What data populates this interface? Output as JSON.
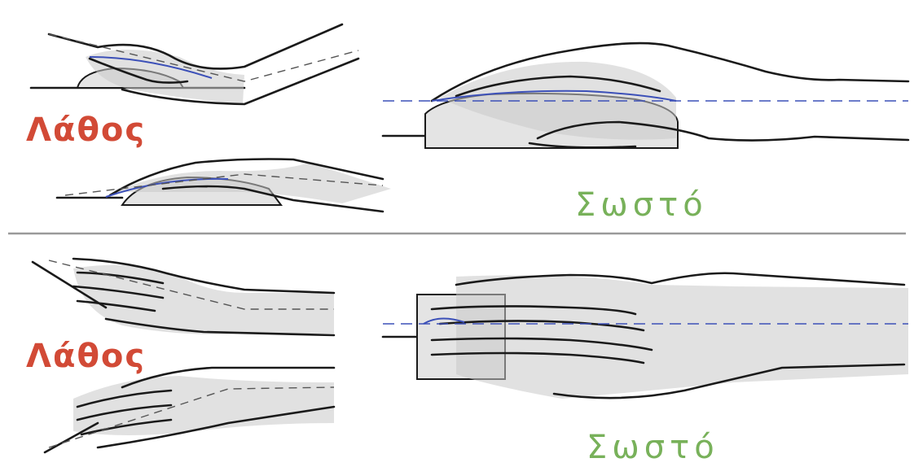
{
  "labels": {
    "wrong_top": "Λάθος",
    "wrong_bottom": "Λάθος",
    "right_top": "Σωστό",
    "right_bottom": "Σωστό"
  },
  "colors": {
    "wrong": "#d24a36",
    "right": "#78b15a",
    "guide_line": "#3c50b8",
    "divider": "#9a9a9a"
  },
  "icons": {
    "top_left_upper": "hand-on-mouse-bent-wrist-up-side-view",
    "top_left_lower": "hand-on-mouse-bent-wrist-down-side-view",
    "top_right": "hand-on-mouse-neutral-side-view",
    "bottom_left_upper": "hand-on-mouse-deviated-wrist-top-view",
    "bottom_left_lower": "hand-on-mouse-deviated-wrist-top-view",
    "bottom_right": "hand-on-mouse-neutral-top-view"
  }
}
